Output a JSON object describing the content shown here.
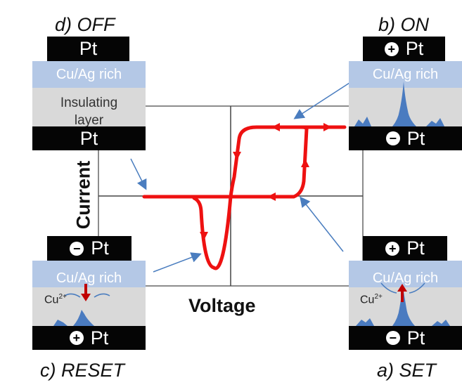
{
  "panels": {
    "off": {
      "title": "d) OFF",
      "top_pt": "Pt",
      "bottom_pt": "Pt",
      "cu_layer": "Cu/Ag rich",
      "insulating": "Insulating layer"
    },
    "on": {
      "title": "b) ON",
      "top_pt": "Pt",
      "bottom_pt": "Pt",
      "top_sign": "+",
      "bottom_sign": "−",
      "cu_layer": "Cu/Ag rich"
    },
    "reset": {
      "title": "c) RESET",
      "top_pt": "Pt",
      "bottom_pt": "Pt",
      "top_sign": "−",
      "bottom_sign": "+",
      "cu_layer": "Cu/Ag rich",
      "ion": "Cu",
      "ion_charge": "2+"
    },
    "set": {
      "title": "a) SET",
      "top_pt": "Pt",
      "bottom_pt": "Pt",
      "top_sign": "+",
      "bottom_sign": "−",
      "cu_layer": "Cu/Ag rich",
      "ion": "Cu",
      "ion_charge": "2+"
    }
  },
  "axes": {
    "x_title": "Voltage",
    "y_title": "Current"
  },
  "colors": {
    "curve": "#ee1111",
    "pointer": "#4a7dbf",
    "filament": "#4a7bc0",
    "cu_layer": "#b4c8e6",
    "insulating": "#d9d9d9",
    "electrode": "#050505"
  },
  "icons": [
    "plus-icon",
    "minus-icon",
    "arrow-down-icon",
    "arrow-up-icon"
  ]
}
